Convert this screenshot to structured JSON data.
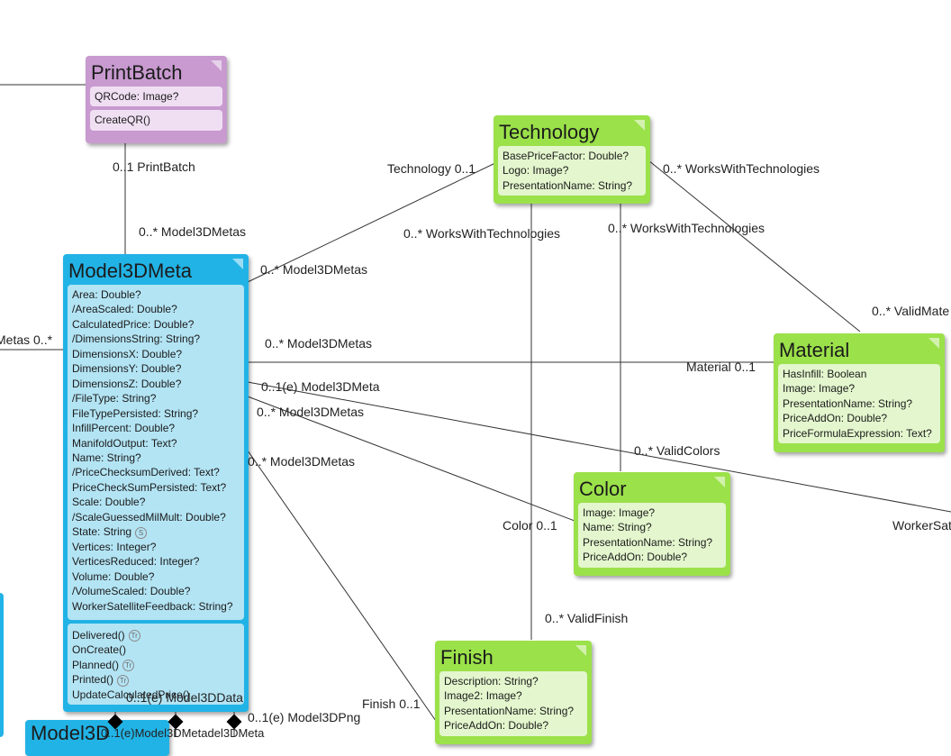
{
  "classes": {
    "printbatch": {
      "title": "PrintBatch",
      "attributes": [
        "QRCode: Image?"
      ],
      "methods": [
        "CreateQR()"
      ]
    },
    "technology": {
      "title": "Technology",
      "attributes": [
        "BasePriceFactor: Double?",
        "Logo: Image?",
        "PresentationName: String?"
      ]
    },
    "model3dmeta": {
      "title": "Model3DMeta",
      "attributes": [
        "Area: Double?",
        "/AreaScaled: Double?",
        "CalculatedPrice: Double?",
        "/DimensionsString: String?",
        "DimensionsX: Double?",
        "DimensionsY: Double?",
        "DimensionsZ: Double?",
        "/FileType: String?",
        "FileTypePersisted: String?",
        "InfillPercent: Double?",
        "ManifoldOutput: Text?",
        "Name: String?",
        "/PriceChecksumDerived: Text?",
        "PriceCheckSumPersisted: Text?",
        "Scale: Double?",
        "/ScaleGuessedMilMult: Double?",
        "State: String",
        "Vertices: Integer?",
        "VerticesReduced: Integer?",
        "Volume: Double?",
        "/VolumeScaled: Double?",
        "WorkerSatelliteFeedback: String?"
      ],
      "state_badge": "S",
      "methods": [
        "Delivered()",
        "OnCreate()",
        "Planned()",
        "Printed()",
        "UpdateCalculatedPrice()"
      ],
      "method_badge": "Tr"
    },
    "material": {
      "title": "Material",
      "attributes": [
        "HasInfill: Boolean",
        "Image: Image?",
        "PresentationName: String?",
        "PriceAddOn: Double?",
        "PriceFormulaExpression: Text?"
      ]
    },
    "color": {
      "title": "Color",
      "attributes": [
        "Image: Image?",
        "Name: String?",
        "PresentationName: String?",
        "PriceAddOn: Double?"
      ]
    },
    "finish": {
      "title": "Finish",
      "attributes": [
        "Description: String?",
        "Image2: Image?",
        "PresentationName: String?",
        "PriceAddOn: Double?"
      ]
    },
    "partial_bottom": {
      "title": "Model3D"
    }
  },
  "labels": {
    "pb_end": "0..1 PrintBatch",
    "m3_pb": "0..* Model3DMetas",
    "tech_end": "Technology 0..1",
    "m3_tech": "0..* Model3DMetas",
    "wwt1": "0..* WorksWithTechnologies",
    "wwt2": "0..* WorksWithTechnologies",
    "wwt3": "0..* WorksWithTechnologies",
    "valid_mat": "0..* ValidMate",
    "metas_left": "Metas 0..*",
    "m3_mat": "0..* Model3DMetas",
    "mat_end": "Material 0..1",
    "m3_01e": "0..1(e) Model3DMeta",
    "m3_color": "0..* Model3DMetas",
    "valid_colors": "0..* ValidColors",
    "m3_finish": "0..* Model3DMetas",
    "color_end": "Color 0..1",
    "worker_sat": "WorkerSat",
    "valid_finish": "0..* ValidFinish",
    "finish_end": "Finish 0..1",
    "m3_data": "0..1(e) Model3DData",
    "m3_png": "0..1(e) Model3DPng",
    "bottom_clutter": "0..1(e)Model3DMetadel3DMeta"
  }
}
